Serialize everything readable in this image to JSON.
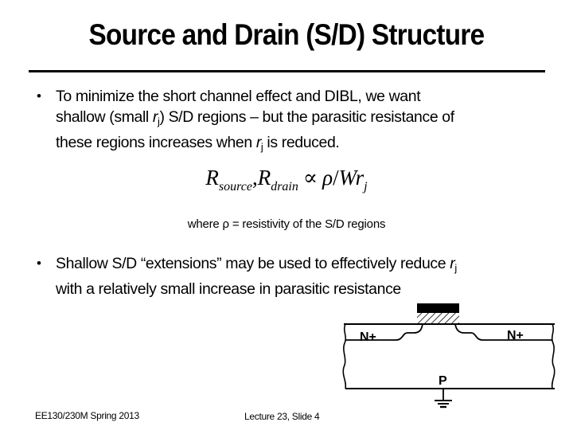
{
  "slide": {
    "title": "Source and Drain (S/D) Structure",
    "bullets": [
      {
        "line1": "To minimize the short channel effect and DIBL, we want",
        "line2_pre": "shallow (small ",
        "line2_var": "r",
        "line2_sub": "j",
        "line2_post": ") S/D regions – but the parasitic resistance of",
        "line3_pre": "these regions increases when ",
        "line3_var": "r",
        "line3_sub": "j",
        "line3_post": " is reduced."
      },
      {
        "line1_pre": "Shallow S/D “extensions” may be used to effectively reduce ",
        "line1_var": "r",
        "line1_sub": "j",
        "line2": "with a relatively small increase in parasitic resistance"
      }
    ],
    "bullet_glyph": "•",
    "equation": {
      "r1": "R",
      "r1_sub": "source",
      "comma": ",",
      "r2": "R",
      "r2_sub": "drain",
      "proportional": "∝",
      "rho": "ρ",
      "slash": "/",
      "w": "W",
      "r": "r",
      "r_sub": "j"
    },
    "equation_note": "where ρ = resistivity of the S/D regions",
    "diagram": {
      "left_region_label": "N+",
      "right_region_label": "N+",
      "substrate_label": "P",
      "gate_color": "#000000",
      "icons": [
        "gate-electrode",
        "gate-oxide-hatch",
        "ground-icon"
      ]
    }
  },
  "footer": {
    "course": "EE130/230M Spring 2013",
    "slide_ref": "Lecture 23, Slide 4"
  }
}
